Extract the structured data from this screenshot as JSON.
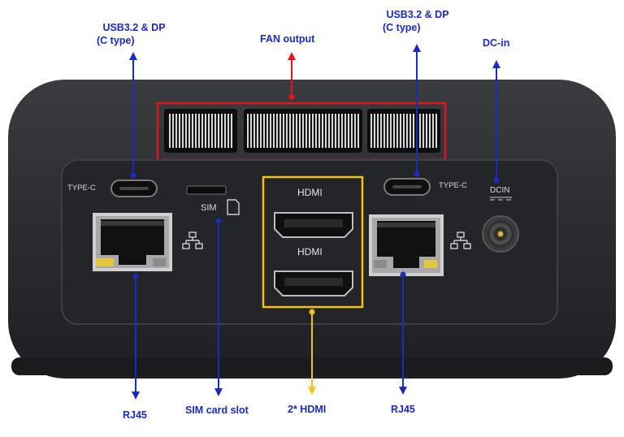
{
  "callouts": {
    "usb_left_line1": "USB3.2 & DP",
    "usb_left_line2": "(C type)",
    "fan": "FAN output",
    "usb_right_line1": "USB3.2 & DP",
    "usb_right_line2": "(C type)",
    "dcin": "DC-in",
    "rj45_left": "RJ45",
    "sim": "SIM card slot",
    "hdmi": "2* HDMI",
    "rj45_right": "RJ45"
  },
  "device_labels": {
    "typec_left": "TYPE-C",
    "sim": "SIM",
    "hdmi_top": "HDMI",
    "hdmi_bottom": "HDMI",
    "typec_right": "TYPE-C",
    "dcin": "DCIN"
  },
  "colors": {
    "blue_arrow": "#1a2bbf",
    "red_box": "#e0141e",
    "yellow_box": "#f2c21b",
    "device_body": "#2b2d30",
    "panel": "#1f2124"
  }
}
